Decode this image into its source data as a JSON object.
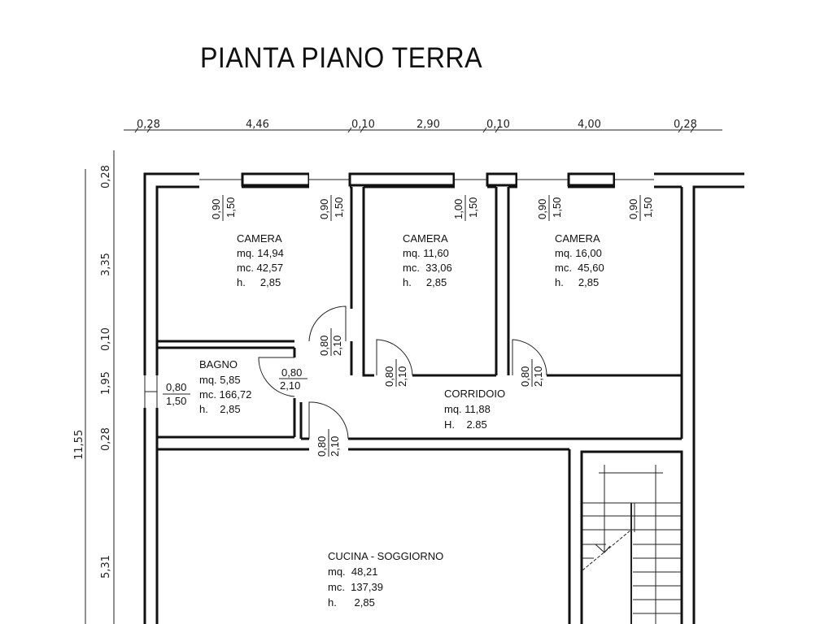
{
  "title": "PIANTA  PIANO TERRA",
  "top_dimensions": [
    "0,28",
    "4,46",
    "0,10",
    "2,90",
    "0,10",
    "4,00",
    "0,28"
  ],
  "left_dimensions": [
    "0,28",
    "3,35",
    "0,10",
    "1,95",
    "0,28",
    "5,31"
  ],
  "total_height": "11,55",
  "windows": [
    {
      "w": "0,90",
      "h": "1,50"
    },
    {
      "w": "0,90",
      "h": "1,50"
    },
    {
      "w": "1,00",
      "h": "1,50"
    },
    {
      "w": "0,90",
      "h": "1,50"
    },
    {
      "w": "0,90",
      "h": "1,50"
    }
  ],
  "side_window": {
    "w": "0,80",
    "h": "1,50"
  },
  "doors": [
    {
      "w": "0,80",
      "h": "2,10"
    },
    {
      "w": "0,80",
      "h": "2,10"
    },
    {
      "w": "0,80",
      "h": "2,10"
    },
    {
      "w": "0,80",
      "h": "2,10"
    },
    {
      "w": "0,80",
      "h": "2,10"
    }
  ],
  "rooms": {
    "camera1": {
      "name": "CAMERA",
      "mq": "mq. 14,94",
      "mc": "mc. 42,57",
      "h": "h.     2,85"
    },
    "camera2": {
      "name": "CAMERA",
      "mq": "mq. 11,60",
      "mc": "mc.  33,06",
      "h": "h.     2,85"
    },
    "camera3": {
      "name": "CAMERA",
      "mq": "mq. 16,00",
      "mc": "mc.  45,60",
      "h": "h.     2,85"
    },
    "bagno": {
      "name": "BAGNO",
      "mq": "mq. 5,85",
      "mc": "mc. 166,72",
      "h": "h.    2,85"
    },
    "corridoio": {
      "name": "CORRIDOIO",
      "mq": "mq. 11,88",
      "h": "H.    2.85"
    },
    "cucina": {
      "name": "CUCINA - SOGGIORNO",
      "mq": "mq.  48,21",
      "mc": "mc.  137,39",
      "h": "h.      2,85"
    }
  }
}
